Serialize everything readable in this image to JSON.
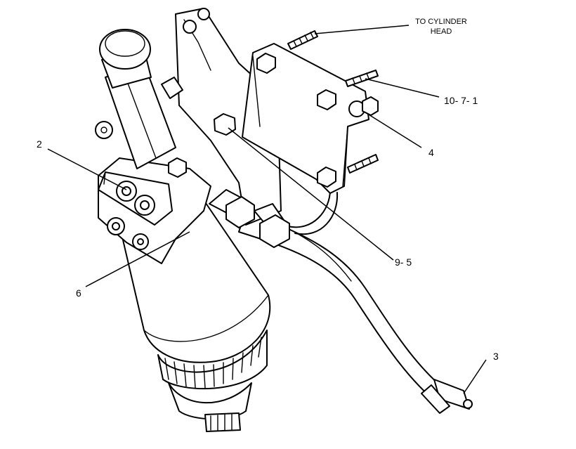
{
  "callouts": {
    "to_cylinder_head_line1": "TO CYLINDER",
    "to_cylinder_head_line2": "HEAD",
    "c_10_7_1": "10- 7- 1",
    "c_4": "4",
    "c_2": "2",
    "c_9_5": "9- 5",
    "c_6": "6",
    "c_3": "3"
  },
  "colors": {
    "ink": "#000000",
    "paper": "#ffffff"
  }
}
